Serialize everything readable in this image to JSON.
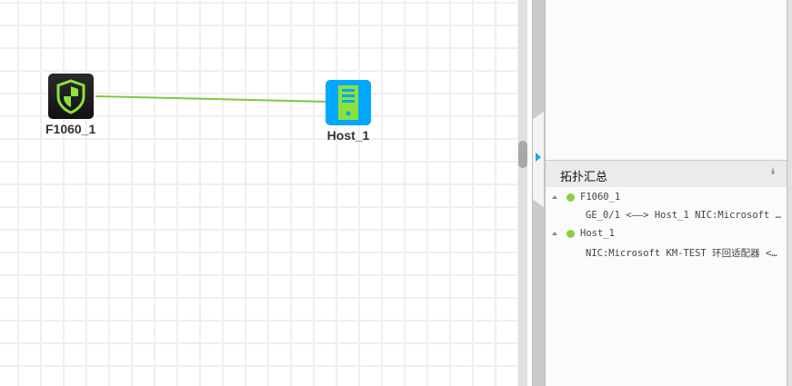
{
  "topology": {
    "nodes": [
      {
        "name": "F1060_1",
        "type": "firewall"
      },
      {
        "name": "Host_1",
        "type": "host"
      }
    ],
    "link_color": "#7ac943"
  },
  "panel": {
    "title": "拓扑汇总",
    "tree": [
      {
        "device": "F1060_1",
        "status_color": "#8dcf3f",
        "links": [
          "GE_0/1 <——> Host_1 NIC:Microsoft …"
        ]
      },
      {
        "device": "Host_1",
        "status_color": "#8dcf3f",
        "links": [
          "NIC:Microsoft KM-TEST 环回适配器 <…"
        ]
      }
    ]
  }
}
